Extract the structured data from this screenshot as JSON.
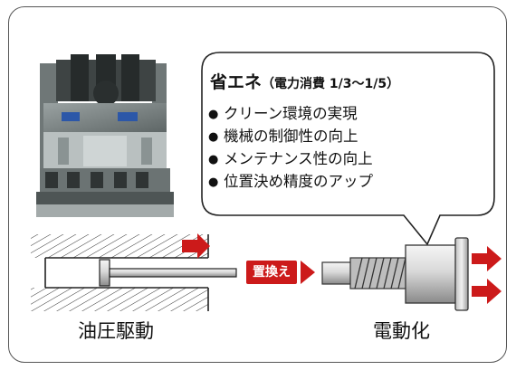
{
  "bubble": {
    "title": "省エネ",
    "subtitle": "（電力消費 1/3〜1/5）",
    "bullet": "●",
    "items": [
      "クリーン環境の実現",
      "機械の制御性の向上",
      "メンテナンス性の向上",
      "位置決め精度のアップ"
    ]
  },
  "swap_label": "置換え",
  "captions": {
    "hydraulic": "油圧駆動",
    "electric": "電動化"
  },
  "colors": {
    "accent_red": "#cc1a1a",
    "outline": "#333333",
    "steel_light": "#e6e6e6",
    "steel_dark": "#8c8c8c"
  },
  "icons": [
    "press-machine-icon",
    "hydraulic-cylinder-icon",
    "ball-screw-icon",
    "arrow-right-icon"
  ]
}
